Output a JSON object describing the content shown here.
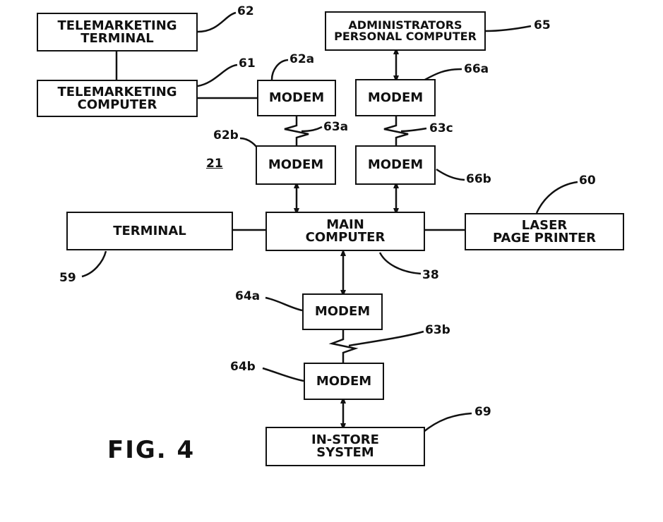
{
  "boxes": {
    "tm_terminal": "TELEMARKETING\nTERMINAL",
    "tm_computer": "TELEMARKETING\nCOMPUTER",
    "admin_pc": "ADMINISTRATORS\nPERSONAL COMPUTER",
    "modem_62a": "MODEM",
    "modem_62b": "MODEM",
    "modem_66a": "MODEM",
    "modem_66b": "MODEM",
    "terminal": "TERMINAL",
    "main_computer": "MAIN\nCOMPUTER",
    "laser_printer": "LASER\nPAGE PRINTER",
    "modem_64a": "MODEM",
    "modem_64b": "MODEM",
    "in_store": "IN-STORE\nSYSTEM"
  },
  "refs": {
    "r62": "62",
    "r61": "61",
    "r62a": "62a",
    "r62b": "62b",
    "r63a": "63a",
    "r21": "21",
    "r65": "65",
    "r66a": "66a",
    "r63c": "63c",
    "r66b": "66b",
    "r60": "60",
    "r59": "59",
    "r38": "38",
    "r64a": "64a",
    "r63b": "63b",
    "r64b": "64b",
    "r69": "69"
  },
  "figure_label": "FIG. 4"
}
